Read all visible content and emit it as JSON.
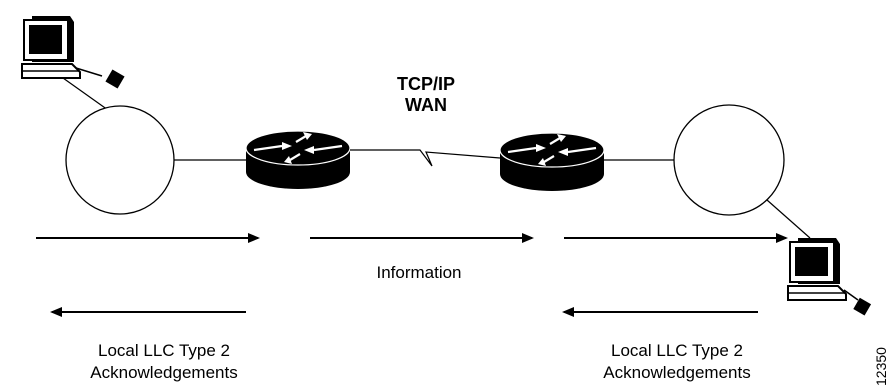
{
  "wan": {
    "line1": "TCP/IP",
    "line2": "WAN"
  },
  "labels": {
    "information": "Information",
    "left_ack": [
      "Local LLC Type 2",
      "Acknowledgements"
    ],
    "right_ack": [
      "Local LLC Type 2",
      "Acknowledgements"
    ],
    "figure_id": "12350"
  },
  "icons": [
    "computer-terminal",
    "router",
    "token-ring",
    "wan-link"
  ],
  "colors": {
    "line": "#000000",
    "fill": "#ffffff",
    "router": "#000000"
  }
}
